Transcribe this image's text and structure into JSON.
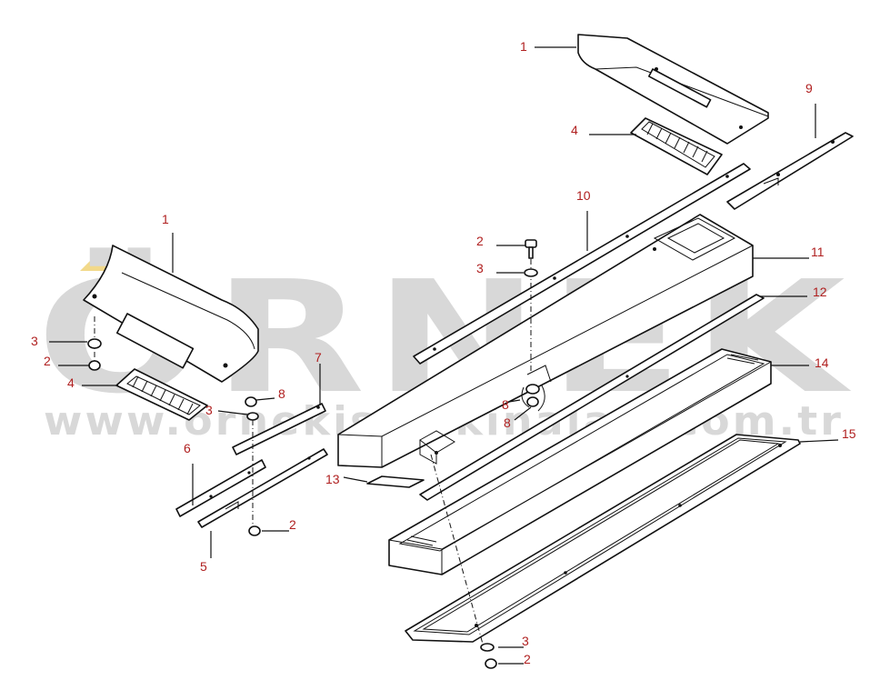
{
  "watermark": {
    "brand": "ÖRNEK",
    "url": "www.ornekismakinalari.com.tr",
    "color": "#d8d8d8",
    "accent": "#f2d98a"
  },
  "callouts": {
    "c1a": "1",
    "c1b": "1",
    "c2a": "2",
    "c2b": "2",
    "c2c": "2",
    "c2d": "2",
    "c3a": "3",
    "c3b": "3",
    "c3c": "3",
    "c3d": "3",
    "c4a": "4",
    "c4b": "4",
    "c5": "5",
    "c6": "6",
    "c7": "7",
    "c8a": "8",
    "c8b": "8",
    "c8c": "8",
    "c9": "9",
    "c10": "10",
    "c11": "11",
    "c12": "12",
    "c13": "13",
    "c14": "14",
    "c15": "15"
  },
  "colors": {
    "line": "#111111",
    "callout": "#b02020"
  }
}
